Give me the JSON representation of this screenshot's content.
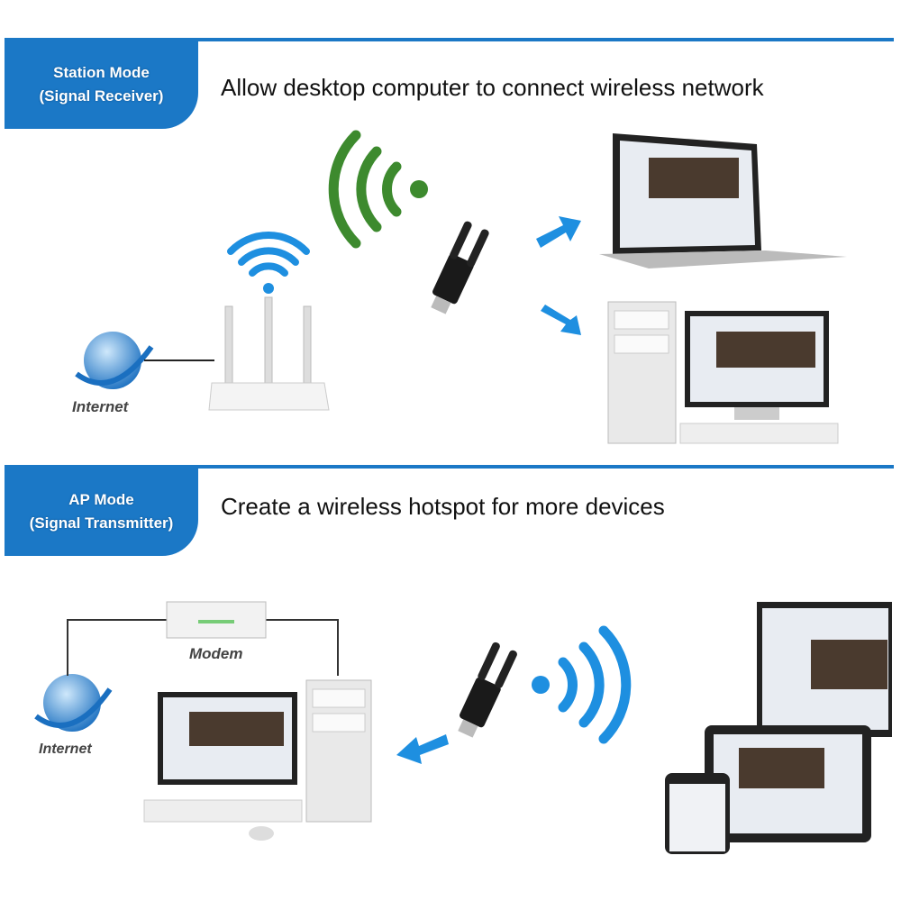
{
  "station": {
    "title": "Station Mode",
    "subtitle": "(Signal Receiver)",
    "description": "Allow desktop computer to connect wireless network",
    "internet_label": "Internet"
  },
  "ap": {
    "title": "AP Mode",
    "subtitle": "(Signal Transmitter)",
    "description": "Create a wireless hotspot for more devices",
    "modem_label": "Modem",
    "internet_label": "Internet"
  },
  "colors": {
    "accent": "#1b78c6",
    "wifi_green": "#3d8a2e",
    "wifi_blue": "#1e8fe0"
  }
}
